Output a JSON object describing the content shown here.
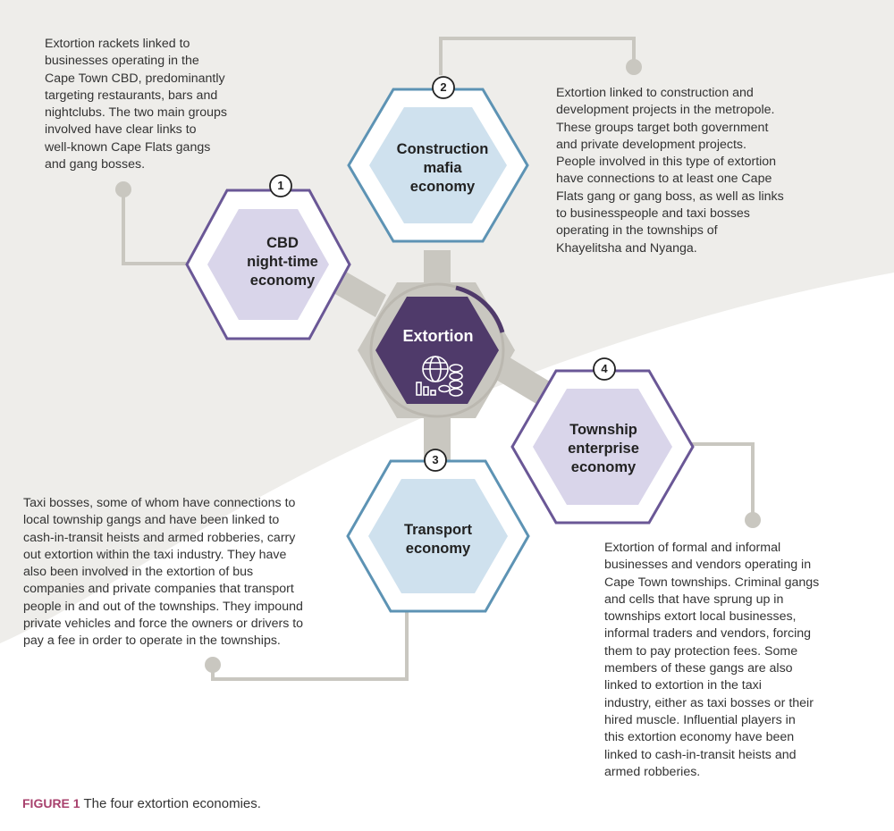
{
  "center": {
    "label": "Extortion",
    "icon": "globe-money-chart-icon"
  },
  "economies": [
    {
      "number": "1",
      "title": [
        "CBD",
        "night-time",
        "economy"
      ],
      "description": [
        "Extortion rackets linked to",
        "businesses operating in the",
        "Cape Town CBD, predominantly",
        "targeting restaurants, bars and",
        "nightclubs. The two main groups",
        "involved have clear links to",
        "well-known Cape Flats gangs",
        "and gang bosses."
      ]
    },
    {
      "number": "2",
      "title": [
        "Construction",
        "mafia",
        "economy"
      ],
      "description": [
        "Extortion linked to construction and",
        "development projects in the metropole.",
        "These groups target both government",
        "and private development projects.",
        "People involved in this type of extortion",
        "have connections to at least one Cape",
        "Flats gang or gang boss, as well as links",
        "to businesspeople and taxi bosses",
        "operating in the townships of",
        "Khayelitsha and Nyanga."
      ]
    },
    {
      "number": "3",
      "title": [
        "Transport",
        "economy"
      ],
      "description": [
        "Taxi bosses, some of whom have connections to",
        "local township gangs and have been linked to",
        "cash-in-transit heists and armed robberies, carry",
        "out extortion within the taxi industry. They have",
        "also been involved in the extortion of bus",
        "companies and private companies that transport",
        "people in and out of the townships. They impound",
        "private vehicles and force the owners or drivers to",
        "pay a fee in order to operate in the townships."
      ]
    },
    {
      "number": "4",
      "title": [
        "Township",
        "enterprise",
        "economy"
      ],
      "description": [
        "Extortion of formal and informal",
        "businesses and vendors operating in",
        "Cape Town townships. Criminal gangs",
        "and cells that have sprung up in",
        "townships extort local businesses,",
        "informal traders and vendors, forcing",
        "them to pay protection fees. Some",
        "members of these gangs are also",
        "linked to extortion in the taxi",
        "industry, either as taxi bosses or their",
        "hired muscle. Influential players in",
        "this extortion economy have been",
        "linked to cash-in-transit heists and",
        "armed robberies."
      ]
    }
  ],
  "caption": {
    "label": "FIGURE 1",
    "text": "The four extortion economies."
  },
  "colors": {
    "background_band": "#eeedea",
    "connector_gray": "#c9c7c0",
    "center_hex": "#4f3a6a",
    "purple_outline": "#6a5796",
    "purple_fill": "#d9d5ea",
    "blue_outline": "#5d93b4",
    "blue_fill": "#cfe1ee",
    "caption_accent": "#a8416d"
  }
}
